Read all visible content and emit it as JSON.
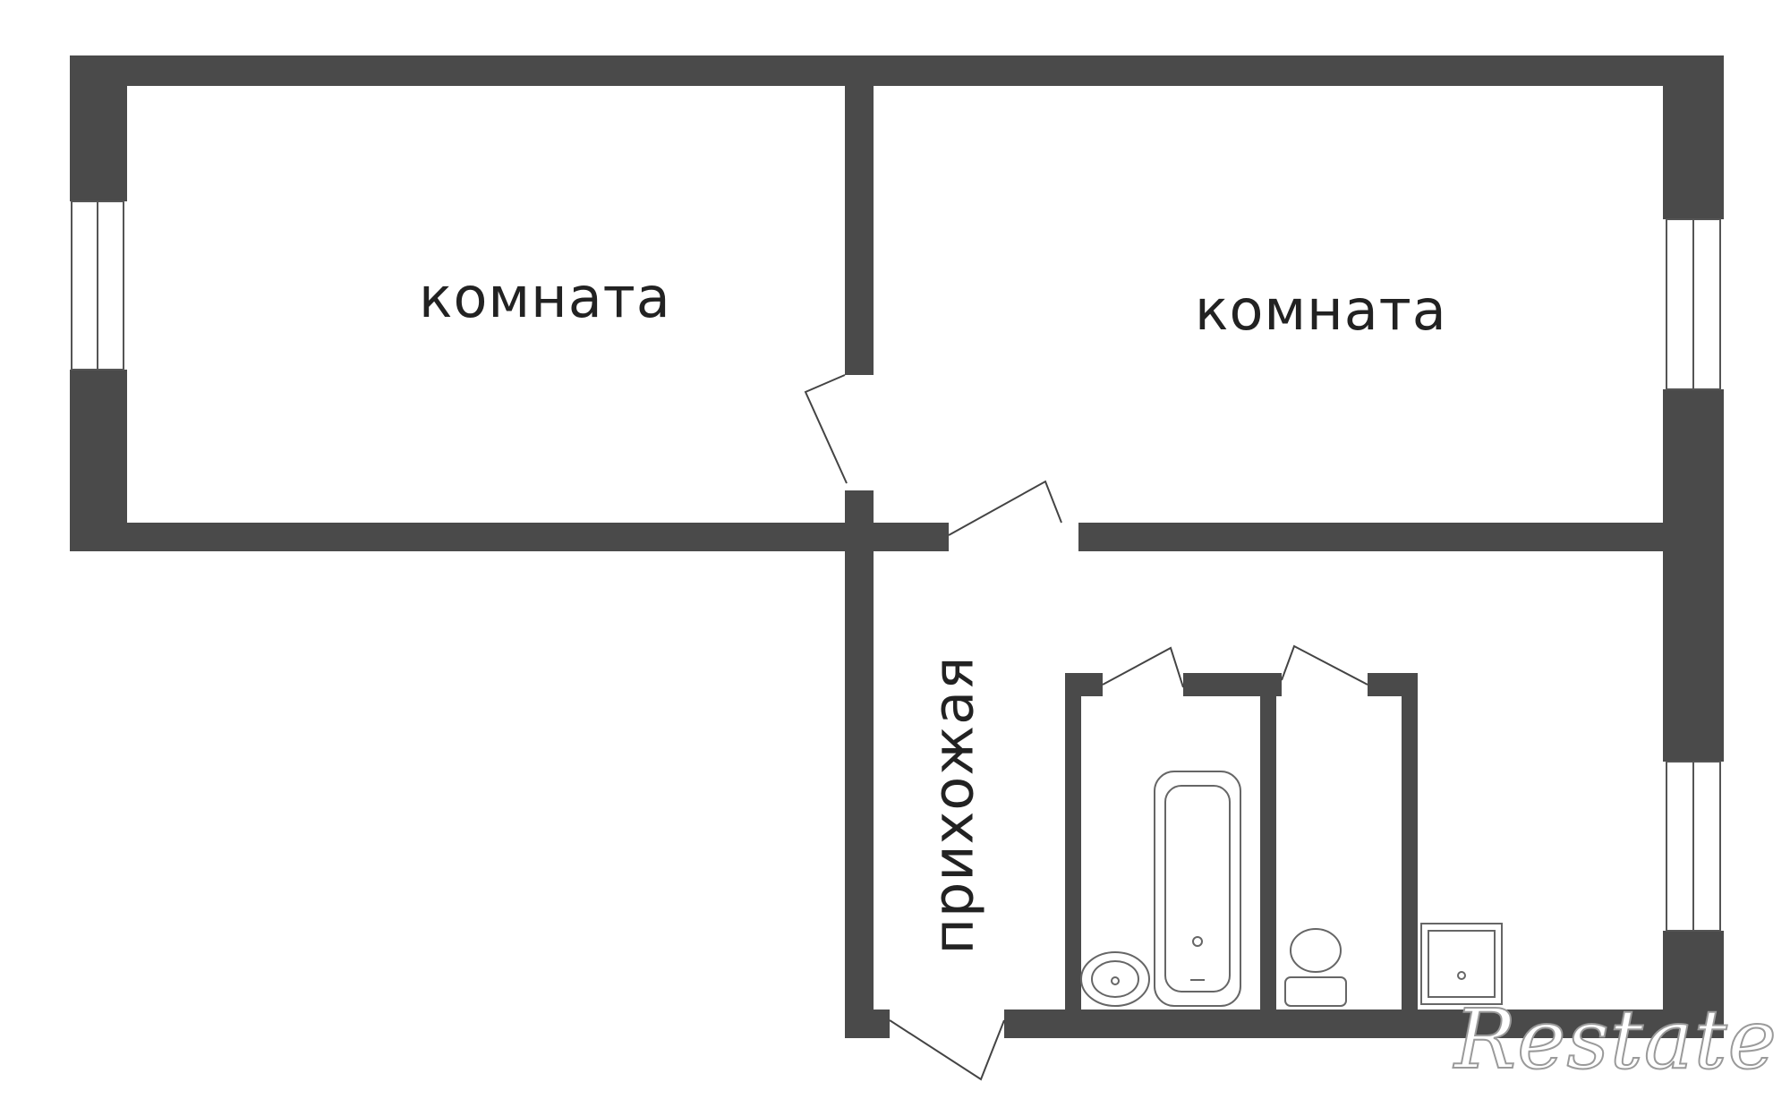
{
  "plan": {
    "wall_color": "#4a4a4a",
    "rooms": [
      {
        "id": "room1",
        "label": "комната"
      },
      {
        "id": "room2",
        "label": "комната"
      },
      {
        "id": "hall",
        "label": "прихожая"
      }
    ],
    "fixtures": [
      "bathtub-icon",
      "sink-icon",
      "toilet-icon",
      "shower-tray-icon"
    ],
    "logo": "Restate"
  }
}
